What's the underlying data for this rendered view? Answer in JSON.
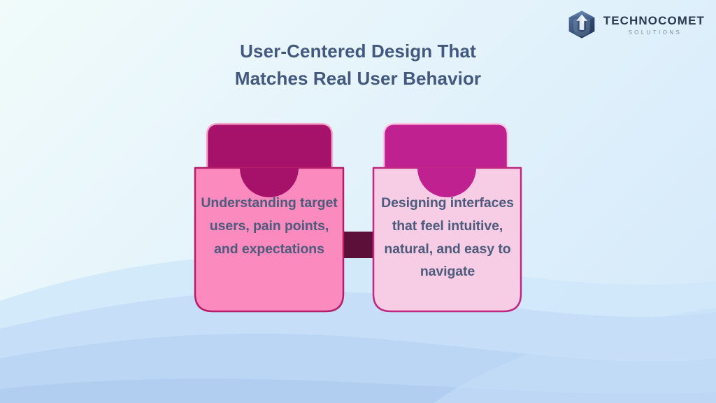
{
  "logo": {
    "mark_icon": "hexagon-arrow-up-icon",
    "name": "TECHNOCOMET",
    "tagline": "SOLUTIONS",
    "name_color": "#2b3a52",
    "tagline_color": "#7d8da3"
  },
  "title": {
    "line1": "User-Centered Design That",
    "line2": "Matches Real User Behavior",
    "color": "#42587f"
  },
  "diagram": {
    "connector_color": "#5c0f38",
    "cards": [
      {
        "id": "left",
        "text": "Understanding target users, pain points, and expectations",
        "back_color": "#a6116a",
        "pocket_color": "#fb8abe",
        "pocket_border_color": "#b51f69",
        "text_color": "#4d5b7c"
      },
      {
        "id": "right",
        "text": "Designing interfaces that feel intuitive, natural, and easy to navigate",
        "back_color": "#bf2191",
        "pocket_color": "#f7cce5",
        "pocket_border_color": "#c0287e",
        "text_color": "#4d5b7c"
      }
    ]
  },
  "background": {
    "gradient_start": "#f0fbfa",
    "gradient_end": "#d3e8fa",
    "wave_colors": [
      "#cfe7f9",
      "#c2dcf6",
      "#b6d3f2"
    ]
  }
}
